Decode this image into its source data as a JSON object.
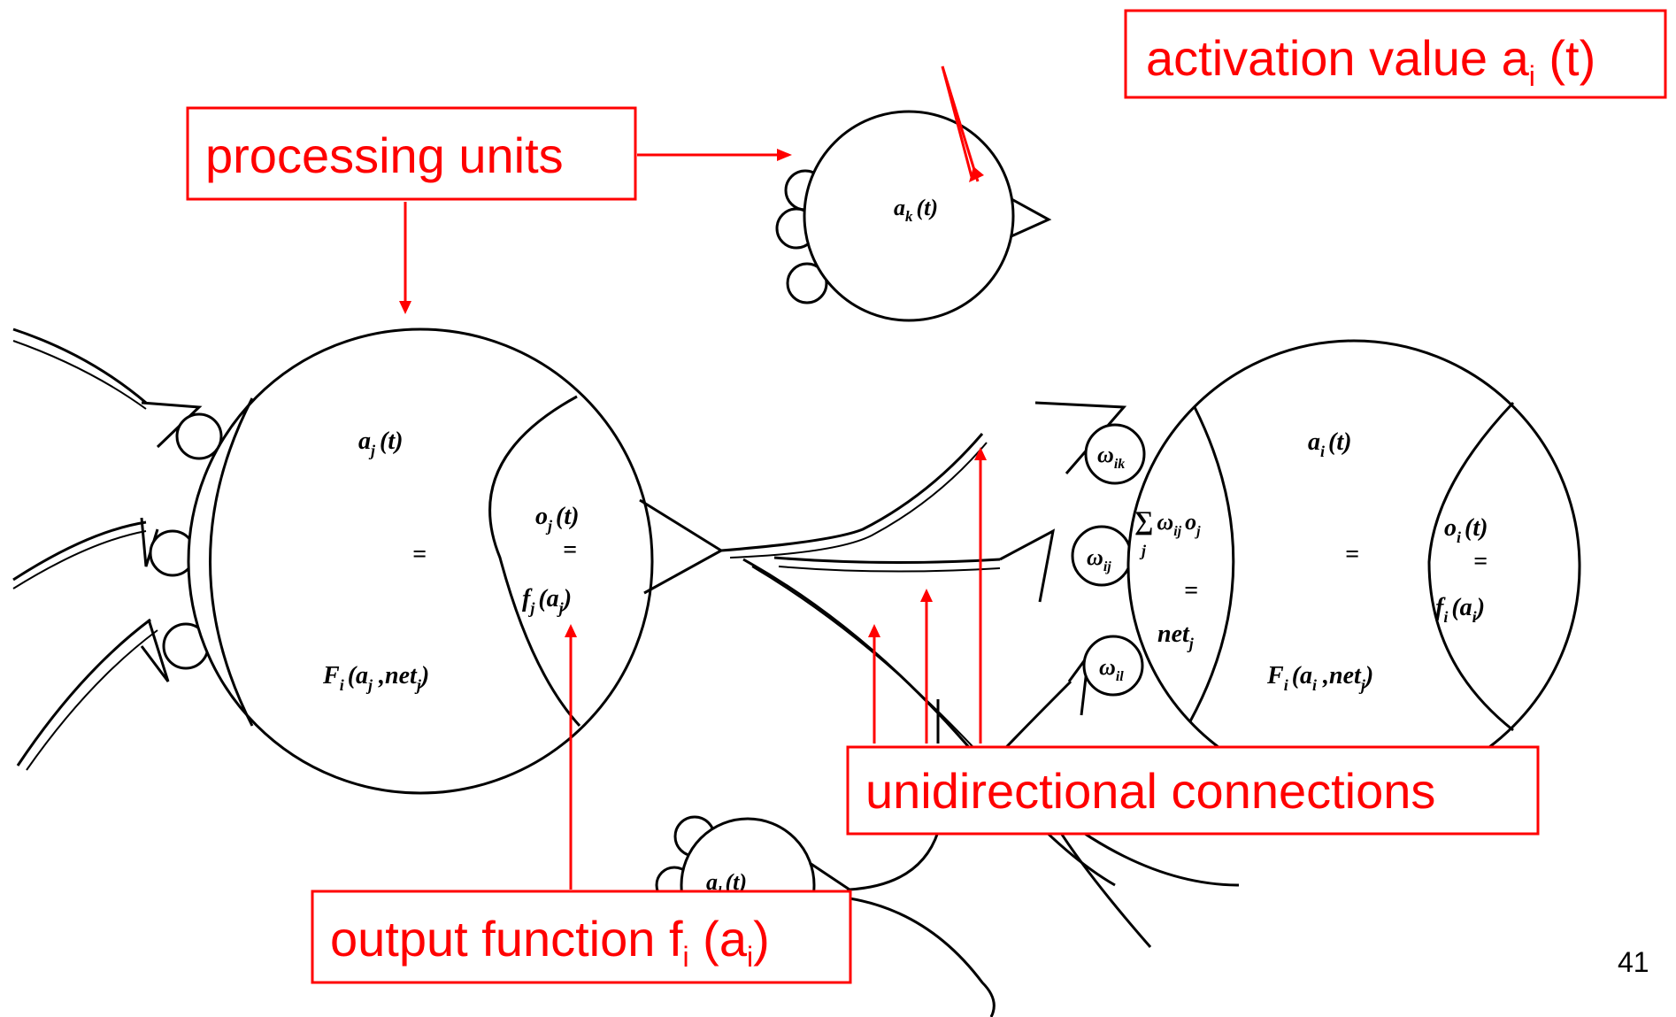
{
  "units": {
    "unit_k": {
      "activation": "a",
      "activation_sub": "k",
      "arg": "(t)"
    },
    "unit_j": {
      "activation": "a",
      "activation_sub": "j",
      "activation_arg": "(t)",
      "equals": "=",
      "function": "F",
      "function_sub": "i",
      "function_args": "(a",
      "function_args_sub": "j",
      "function_args_rest": " ,net",
      "function_args_rest_sub": "j",
      "function_close": ")",
      "output": "o",
      "output_sub": "j",
      "output_arg": "(t)",
      "output_equals": "=",
      "output_fn": "f",
      "output_fn_sub": "j",
      "output_fn_arg": "(a",
      "output_fn_arg_sub": "j",
      "output_fn_close": ")"
    },
    "unit_i": {
      "activation": "a",
      "activation_sub": "i",
      "activation_arg": "(t)",
      "equals": "=",
      "sum_symbol": "∑",
      "sum_index": "j",
      "sum_term": "ω",
      "sum_term_sub": "ij",
      "sum_o": "o",
      "sum_o_sub": "j",
      "sum_equals": "=",
      "net": "net",
      "net_sub": "j",
      "function": "F",
      "function_sub": "i",
      "function_args": "(a",
      "function_args_sub": "i",
      "function_args_rest": " ,net",
      "function_args_rest_sub": "j",
      "function_close": ")",
      "output": "o",
      "output_sub": "i",
      "output_arg": "(t)",
      "output_equals": "=",
      "output_fn": "f",
      "output_fn_sub": "i",
      "output_fn_arg": "(a",
      "output_fn_arg_sub": "i",
      "output_fn_close": ")"
    },
    "unit_l": {
      "activation": "a",
      "activation_sub": "l",
      "arg": "(t)"
    },
    "weights": [
      {
        "sym": "ω",
        "sub": "ik"
      },
      {
        "sym": "ω",
        "sub": "ij"
      },
      {
        "sym": "ω",
        "sub": "il"
      }
    ]
  },
  "labels": {
    "activation_value": {
      "text": "activation value a",
      "sub": "i",
      "rest": " (t)"
    },
    "processing_units": {
      "text": "processing units"
    },
    "output_function": {
      "text": "output function f",
      "sub": "i",
      "rest": " (a",
      "sub2": "i",
      "rest2": ")"
    },
    "unidirectional": {
      "text": "unidirectional connections"
    }
  },
  "page_number": "41",
  "colors": {
    "annotation": "#ff0000",
    "ink": "#000000",
    "background": "#ffffff"
  }
}
